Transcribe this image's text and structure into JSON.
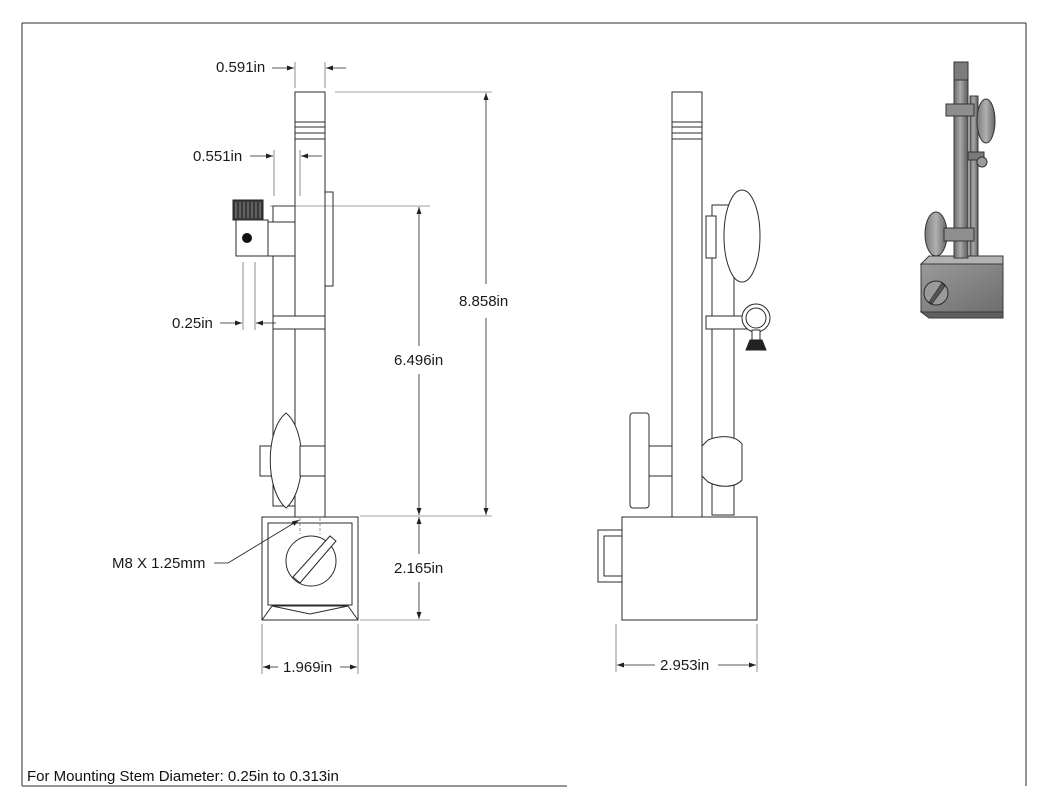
{
  "drawing": {
    "dimensions": {
      "top_width": "0.591in",
      "stem_width": "0.551in",
      "holder_offset": "0.25in",
      "overall_height": "8.858in",
      "post_height": "6.496in",
      "base_height": "2.165in",
      "base_width": "1.969in",
      "base_depth": "2.953in"
    },
    "thread_callout": "M8 X 1.25mm",
    "footer_note": "For Mounting Stem Diameter: 0.25in to 0.313in"
  },
  "colors": {
    "line": "#2b2b2b",
    "render_body": "#8a8a8a",
    "render_dark": "#5c5c5c",
    "render_light": "#b8b8b8"
  }
}
